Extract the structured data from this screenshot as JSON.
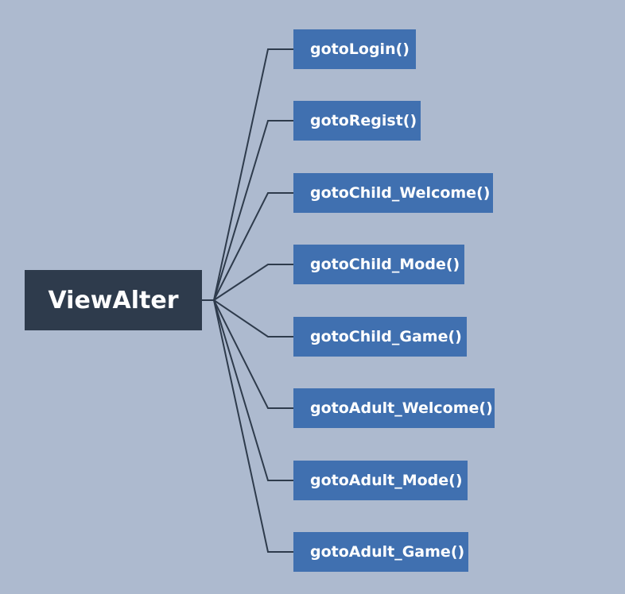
{
  "root": {
    "label": "ViewAlter"
  },
  "children": [
    {
      "label": "gotoLogin()"
    },
    {
      "label": "gotoRegist()"
    },
    {
      "label": "gotoChild_Welcome()"
    },
    {
      "label": "gotoChild_Mode()"
    },
    {
      "label": "gotoChild_Game()"
    },
    {
      "label": "gotoAdult_Welcome()"
    },
    {
      "label": "gotoAdult_Mode()"
    },
    {
      "label": "gotoAdult_Game()"
    }
  ],
  "colors": {
    "background": "#adbacf",
    "root_fill": "#2e3b4c",
    "child_fill": "#4070b0",
    "connector": "#2e3b4c",
    "text": "#ffffff"
  }
}
